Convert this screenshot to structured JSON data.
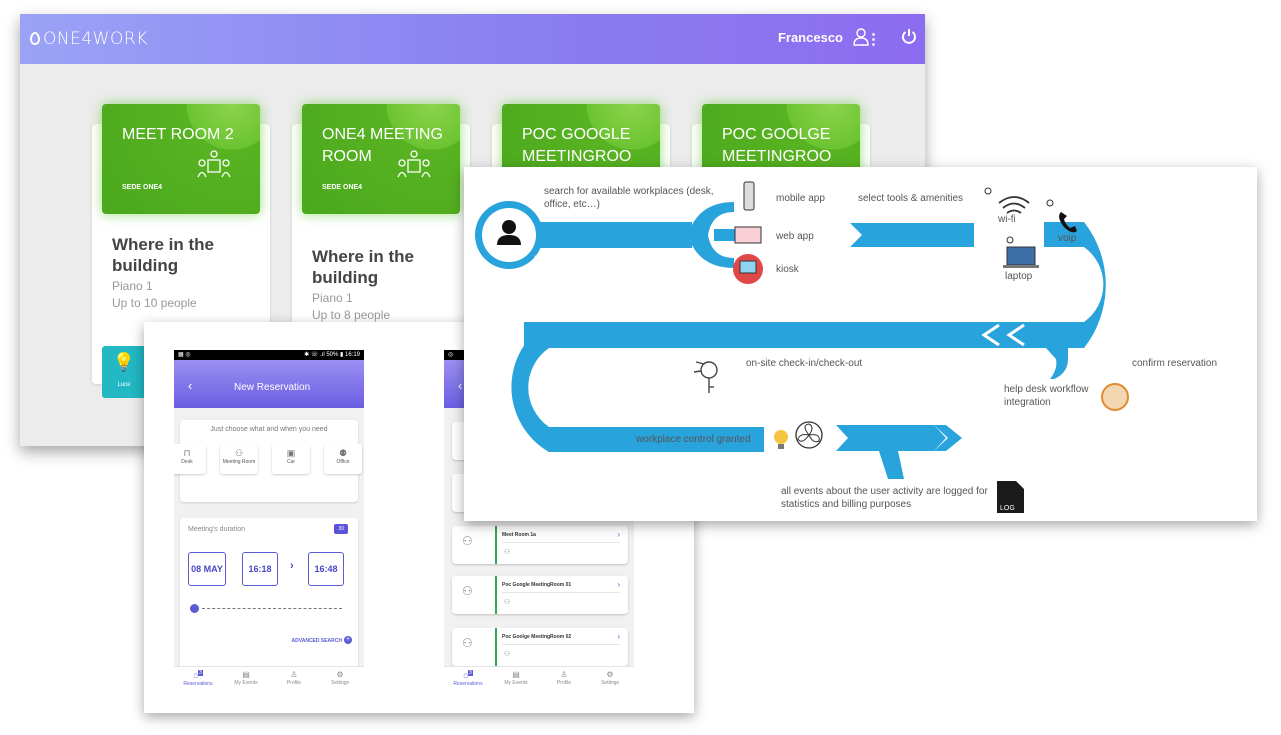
{
  "dashboard": {
    "logo": "ONE4WORK",
    "user_name": "Francesco",
    "rooms": [
      {
        "name": "MEET ROOM 2",
        "sede": "SEDE ONE4",
        "where": "Where in the building",
        "floor": "Piano 1",
        "capacity": "Up to 10 people"
      },
      {
        "name": "ONE4 MEETING ROOM",
        "sede": "SEDE ONE4",
        "where": "Where in the building",
        "floor": "Piano 1",
        "capacity": "Up to 8 people"
      },
      {
        "name": "POC GOOGLE MEETINGROO",
        "sede": "",
        "where": "",
        "floor": "",
        "capacity": ""
      },
      {
        "name": "POC GOOLGE MEETINGROO",
        "sede": "",
        "where": "",
        "floor": "",
        "capacity": ""
      }
    ],
    "side_tile": "Luce"
  },
  "phone_left": {
    "status_right": "✱ ☏ .ıl 50% ▮ 16:19",
    "title": "New Reservation",
    "choose_text": "Just choose what and when you need",
    "tiles": [
      "Desk",
      "Meeting Room",
      "Car",
      "Office"
    ],
    "duration_label": "Meeting's duration",
    "duration_badge": "30",
    "date": "08 MAY",
    "start": "16:18",
    "end": "16:48",
    "advanced": "ADVANCED SEARCH"
  },
  "phone_right": {
    "items": [
      "Meet Room 1a",
      "Poc Google MeetingRoom 01",
      "Poc Goolge MeetingRoom 02"
    ]
  },
  "tabbar": {
    "badge": "3",
    "tabs": [
      "Reservations",
      "My Events",
      "Profile",
      "Settings"
    ]
  },
  "flow": {
    "user": "User",
    "search": "search for available workplaces (desk, office, etc…)",
    "mobile_app": "mobile app",
    "web_app": "web app",
    "kiosk": "kiosk",
    "tools": "select tools & amenities",
    "wifi": "wi-fi",
    "voip": "voip",
    "laptop": "laptop",
    "checkin": "on-site check-in/check-out",
    "confirm": "confirm reservation",
    "helpdesk": "help desk workflow integration",
    "control": "workplace control granted",
    "events": "all events about the user activity are logged for statistics and billing purposes",
    "log": "LOG"
  },
  "colors": {
    "accent": "#5b5bd6",
    "flow_blue": "#29a3dc",
    "room_green": "#5cb82a"
  }
}
